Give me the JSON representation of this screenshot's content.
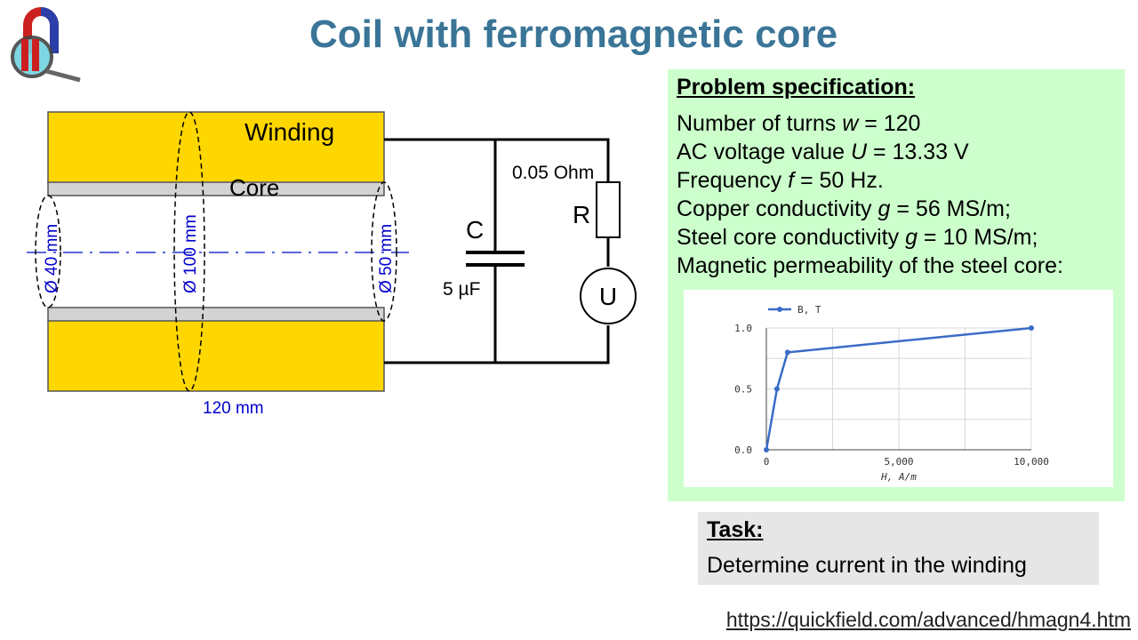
{
  "title": "Coil with ferromagnetic core",
  "diagram": {
    "winding_label": "Winding",
    "core_label": "Core",
    "dia_40": "Ø 40 mm",
    "dia_100": "Ø 100 mm",
    "dia_50": "Ø 50 mm",
    "length_label": "120 mm",
    "capacitor_label": "C",
    "capacitor_value": "5 µF",
    "resistor_label": "R",
    "resistor_value": "0.05 Ohm",
    "source_label": "U"
  },
  "spec": {
    "title": "Problem specification:",
    "lines": [
      {
        "pre": "Number of turns ",
        "var": "w",
        "post": " = 120"
      },
      {
        "pre": "AC voltage value ",
        "var": "U",
        "post": " = 13.33 V"
      },
      {
        "pre": "Frequency ",
        "var": "f",
        "post": " = 50 Hz."
      },
      {
        "pre": "Copper conductivity ",
        "var": "g",
        "post": " = 56 MS/m;"
      },
      {
        "pre": "Steel core conductivity ",
        "var": "g",
        "post": " = 10 MS/m;"
      },
      {
        "pre": "Magnetic permeability of the steel core:",
        "var": "",
        "post": ""
      }
    ]
  },
  "chart_data": {
    "type": "line",
    "title": "",
    "xlabel": "H, A/m",
    "ylabel": "",
    "xlim": [
      0,
      10000
    ],
    "ylim": [
      0,
      1.0
    ],
    "x_ticks": [
      "0",
      "5,000",
      "10,000"
    ],
    "y_ticks": [
      "0.0",
      "0.5",
      "1.0"
    ],
    "grid": true,
    "legend": "top-left",
    "series": [
      {
        "name": "B, T",
        "color": "#3b6cc7",
        "points": [
          [
            0,
            0
          ],
          [
            400,
            0.5
          ],
          [
            800,
            0.8
          ],
          [
            10000,
            1.0
          ]
        ]
      }
    ]
  },
  "task": {
    "title": "Task:",
    "text": "Determine current in the winding"
  },
  "url": "https://quickfield.com/advanced/hmagn4.htm"
}
